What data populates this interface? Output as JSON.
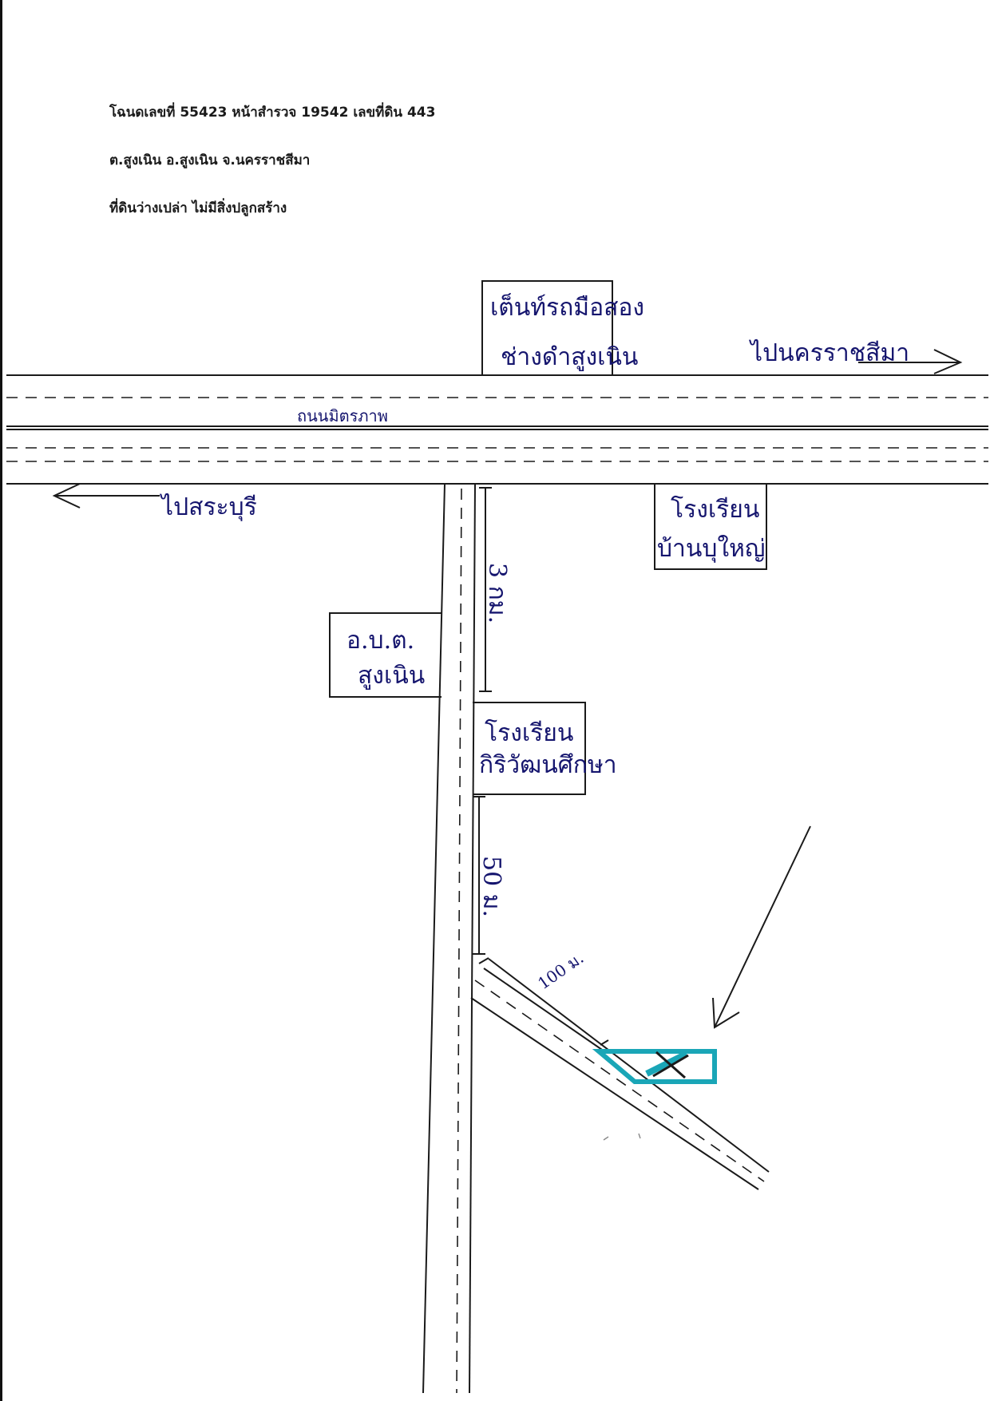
{
  "header": {
    "deed_line": "โฉนดเลขที่ 55423 หน้าสำรวจ 19542 เลขที่ดิน 443",
    "location_line": "ต.สูงเนิน อ.สูงเนิน จ.นครราชสีมา",
    "description_line": "ที่ดินว่างเปล่า ไม่มีสิ่งปลูกสร้าง"
  },
  "map": {
    "landmark_top": {
      "line1": "เต็นท์รถมือสอง",
      "line2": "ช่างดำสูงเนิน"
    },
    "direction_east": "ไปนครราชสีมา",
    "direction_west": "ไปสระบุรี",
    "main_road_name": "ถนนมิตรภาพ",
    "school_right": {
      "line1": "โรงเรียน",
      "line2": "บ้านบุใหญ่"
    },
    "sao_office": {
      "line1": "อ.บ.ต.",
      "line2": "สูงเนิน"
    },
    "school_middle": {
      "line1": "โรงเรียน",
      "line2": "กิริวัฒนศึกษา"
    },
    "distance_1": "3 กม.",
    "distance_2": "50 ม.",
    "distance_3": "100 ม.",
    "colors": {
      "ink": "#15156e",
      "road_line": "#1a1a1a",
      "plot_highlight": "#1aa6b7"
    }
  }
}
